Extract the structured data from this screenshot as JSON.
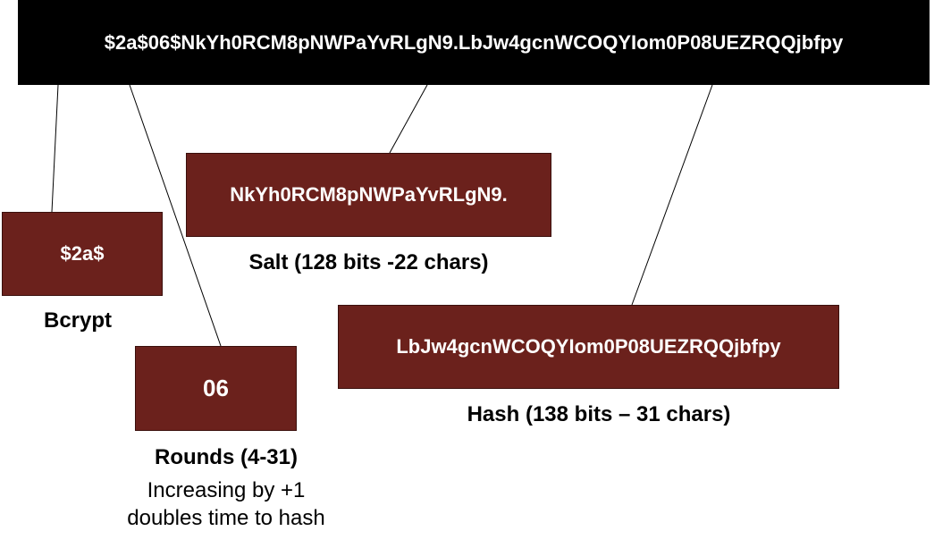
{
  "full_hash": "$2a$06$NkYh0RCM8pNWPaYvRLgN9.LbJw4gcnWCOQYIom0P08UEZRQQjbfpy",
  "parts": {
    "algorithm": {
      "value": "$2a$",
      "label": "Bcrypt"
    },
    "rounds": {
      "value": "06",
      "label": "Rounds (4-31)",
      "note_line1": "Increasing by +1",
      "note_line2": "doubles time to hash"
    },
    "salt": {
      "value": "NkYh0RCM8pNWPaYvRLgN9.",
      "label": "Salt (128 bits -22 chars)"
    },
    "hash": {
      "value": "LbJw4gcnWCOQYIom0P08UEZRQQjbfpy",
      "label": "Hash (138 bits – 31 chars)"
    }
  },
  "colors": {
    "topbar": "#000000",
    "box": "#6b211c",
    "text_on_dark": "#ffffff"
  }
}
